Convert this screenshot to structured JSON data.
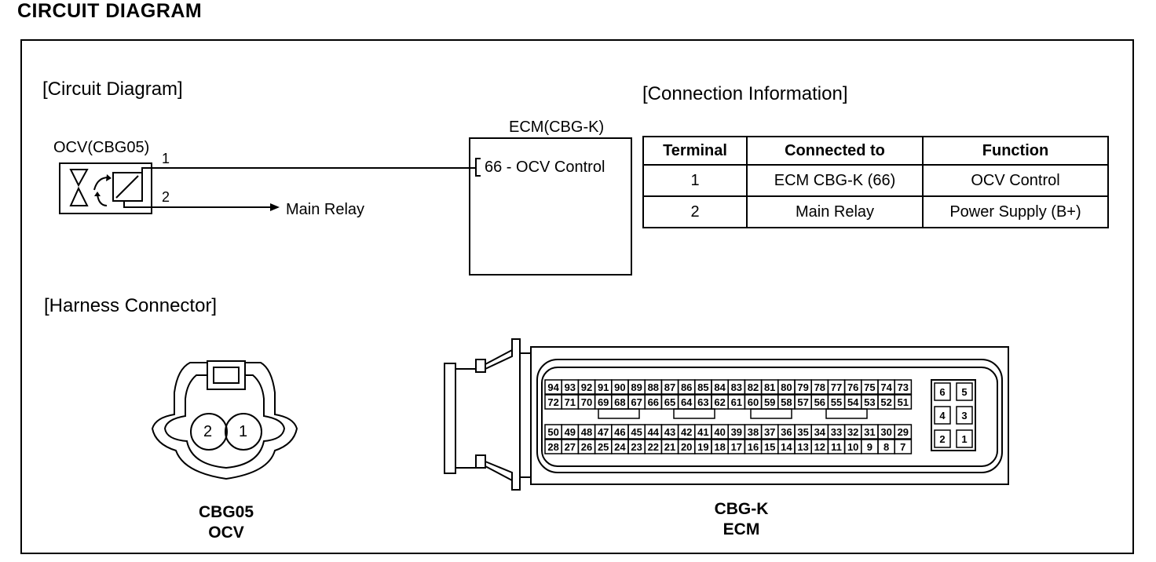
{
  "page_title": "CIRCUIT DIAGRAM",
  "circuit": {
    "section_title": "[Circuit Diagram]",
    "ocv_label": "OCV(CBG05)",
    "pin1": "1",
    "pin2": "2",
    "main_relay": "Main Relay",
    "ecm_label": "ECM(CBG-K)",
    "ecm_terminal": "66 - OCV Control"
  },
  "connection": {
    "section_title": "[Connection Information]",
    "headers": [
      "Terminal",
      "Connected to",
      "Function"
    ],
    "rows": [
      [
        "1",
        "ECM CBG-K (66)",
        "OCV Control"
      ],
      [
        "2",
        "Main Relay",
        "Power Supply (B+)"
      ]
    ]
  },
  "harness": {
    "section_title": "[Harness Connector]",
    "ocv_connector": {
      "pins": [
        "2",
        "1"
      ],
      "name": "CBG05",
      "sub": "OCV"
    },
    "ecm_connector": {
      "name": "CBG-K",
      "sub": "ECM",
      "rows": [
        [
          "94",
          "93",
          "92",
          "91",
          "90",
          "89",
          "88",
          "87",
          "86",
          "85",
          "84",
          "83",
          "82",
          "81",
          "80",
          "79",
          "78",
          "77",
          "76",
          "75",
          "74",
          "73"
        ],
        [
          "72",
          "71",
          "70",
          "69",
          "68",
          "67",
          "66",
          "65",
          "64",
          "63",
          "62",
          "61",
          "60",
          "59",
          "58",
          "57",
          "56",
          "55",
          "54",
          "53",
          "52",
          "51"
        ],
        [
          "50",
          "49",
          "48",
          "47",
          "46",
          "45",
          "44",
          "43",
          "42",
          "41",
          "40",
          "39",
          "38",
          "37",
          "36",
          "35",
          "34",
          "33",
          "32",
          "31",
          "30",
          "29"
        ],
        [
          "28",
          "27",
          "26",
          "25",
          "24",
          "23",
          "22",
          "21",
          "20",
          "19",
          "18",
          "17",
          "16",
          "15",
          "14",
          "13",
          "12",
          "11",
          "10",
          "9",
          "8",
          "7"
        ]
      ],
      "small_block": [
        [
          "6",
          "5"
        ],
        [
          "4",
          "3"
        ],
        [
          "2",
          "1"
        ]
      ]
    }
  }
}
